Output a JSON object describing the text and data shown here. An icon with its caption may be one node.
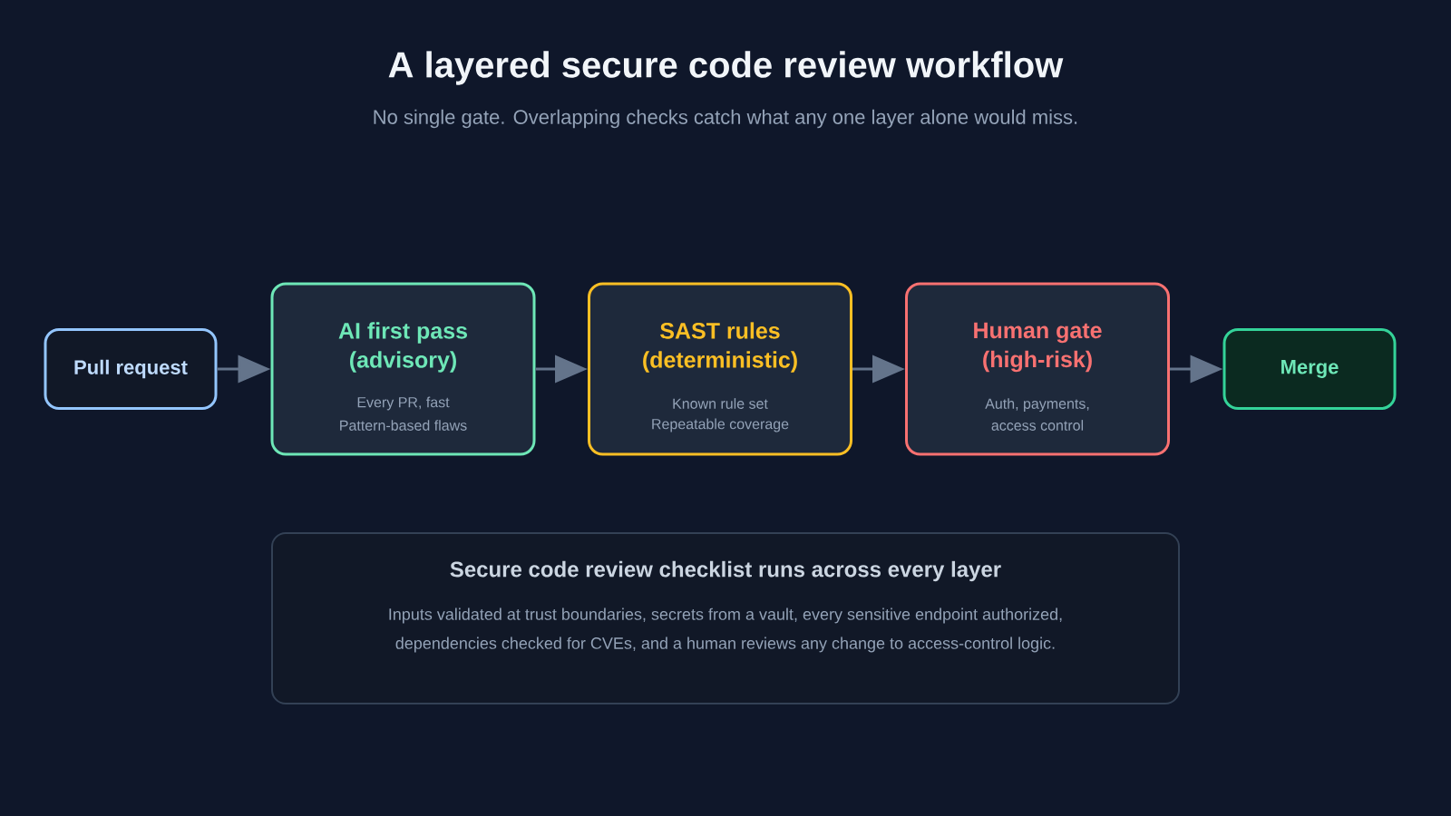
{
  "diagram": {
    "title": "A layered secure code review workflow",
    "nodes": [
      {
        "text": [
          "Pull request"
        ]
      },
      {
        "text": [
          "AI first pass (advisory)",
          "Every PR, fast",
          "Pattern-based flaws"
        ]
      },
      {
        "text": [
          "SAST rules (deterministic)",
          "Known rule set",
          "Repeatable coverage"
        ]
      },
      {
        "text": [
          "Human gate (high-risk)",
          "Auth, payments, access control"
        ]
      },
      {
        "text": [
          "Merge"
        ]
      },
      {
        "text": [
          "Secure code review checklist runs across every layer",
          "Inputs validated at trust boundaries, secrets from a vault, every sensitive endpoint authorized, dependencies checked for CVEs, and a human reviews any change to access-control logic."
        ]
      }
    ],
    "edges": [
      {
        "from": 0,
        "to": 1,
        "arrow": "to"
      },
      {
        "from": 1,
        "to": 2,
        "arrow": "to"
      },
      {
        "from": 2,
        "to": 3,
        "arrow": "to"
      },
      {
        "from": 3,
        "to": 4,
        "arrow": "to"
      }
    ],
    "labels": [
      "No single gate. Overlapping checks catch what any one layer alone would miss."
    ]
  }
}
